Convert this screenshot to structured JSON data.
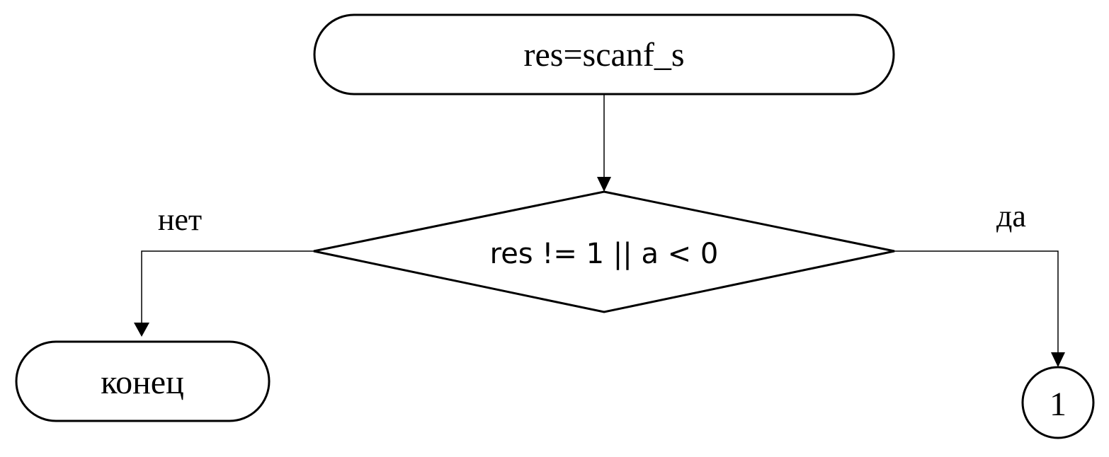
{
  "nodes": {
    "start": {
      "text": "res=scanf_s",
      "shape": "terminator"
    },
    "condition": {
      "text": "res != 1 || a < 0",
      "shape": "decision"
    },
    "end": {
      "text": "конец",
      "shape": "terminator"
    },
    "connector": {
      "text": "1",
      "shape": "circle-connector"
    }
  },
  "edges": {
    "no_branch": {
      "label": "нет",
      "from": "condition",
      "to": "end"
    },
    "yes_branch": {
      "label": "да",
      "from": "condition",
      "to": "connector"
    }
  },
  "colors": {
    "stroke": "#000000",
    "fill": "#ffffff",
    "background": "#ffffff"
  }
}
